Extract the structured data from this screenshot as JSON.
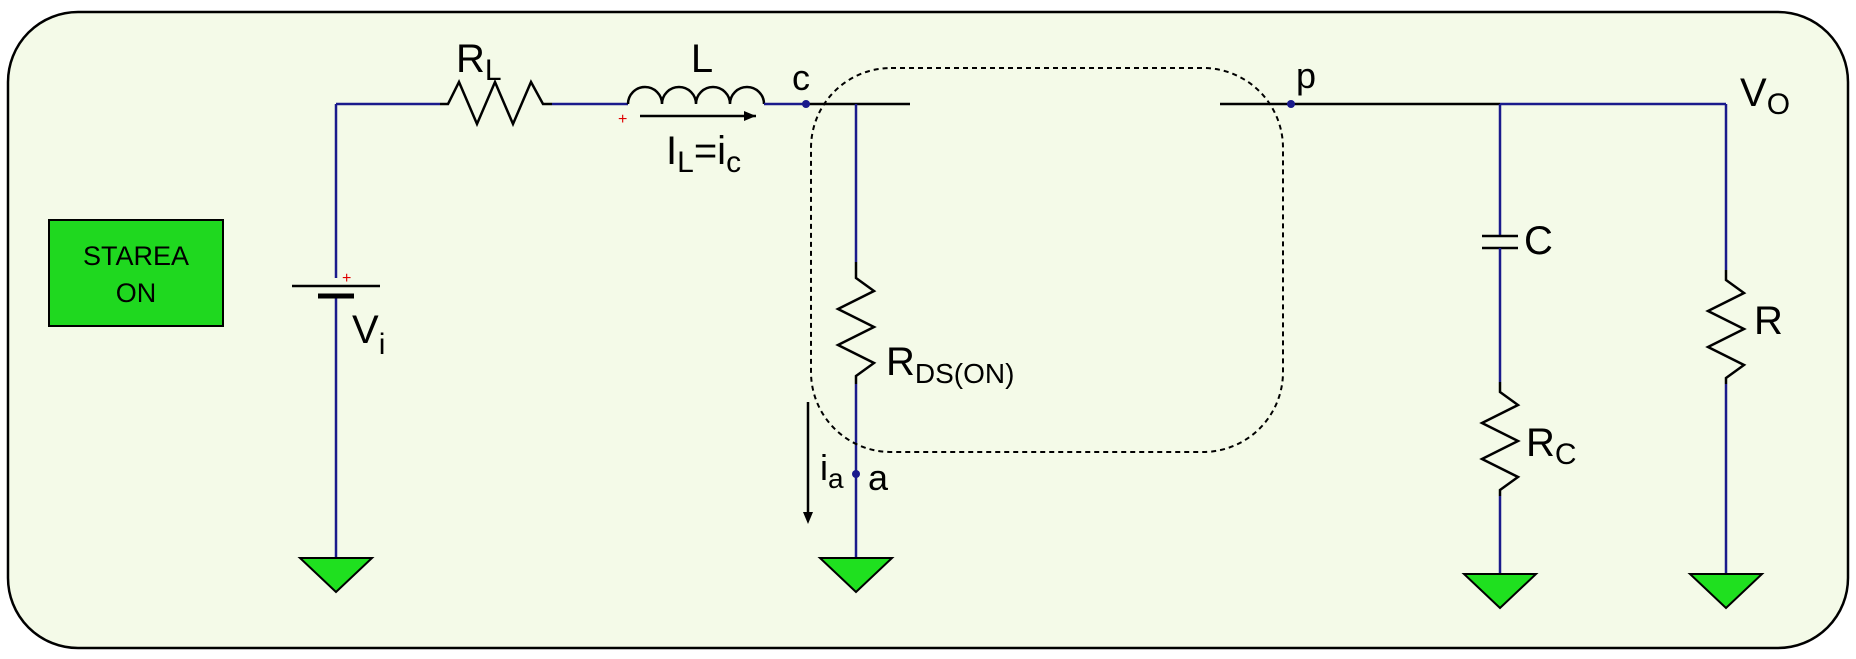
{
  "colors": {
    "panel_fill": "#f4fae8",
    "wire": "#1a1a8c",
    "ground": "#1fe01f",
    "state_box": "#1fd81f",
    "polarity": "#e00000"
  },
  "state_box": {
    "line1": "STAREA",
    "line2": "ON"
  },
  "components": {
    "rl": {
      "main": "R",
      "sub": "L"
    },
    "l": {
      "main": "L"
    },
    "il": {
      "a": "I",
      "a_sub": "L",
      "eq": "=i",
      "b_sub": "c"
    },
    "vi": {
      "main": "V",
      "sub": "i"
    },
    "rds": {
      "main": "R",
      "sub": "DS(ON)"
    },
    "ia": {
      "main": "i",
      "sub": "a"
    },
    "c": {
      "main": "C"
    },
    "rc": {
      "main": "R",
      "sub": "C"
    },
    "r": {
      "main": "R"
    },
    "vo": {
      "main": "V",
      "sub": "O"
    }
  },
  "nodes": {
    "c": "c",
    "p": "p",
    "a": "a"
  },
  "polarity_mark": "+"
}
